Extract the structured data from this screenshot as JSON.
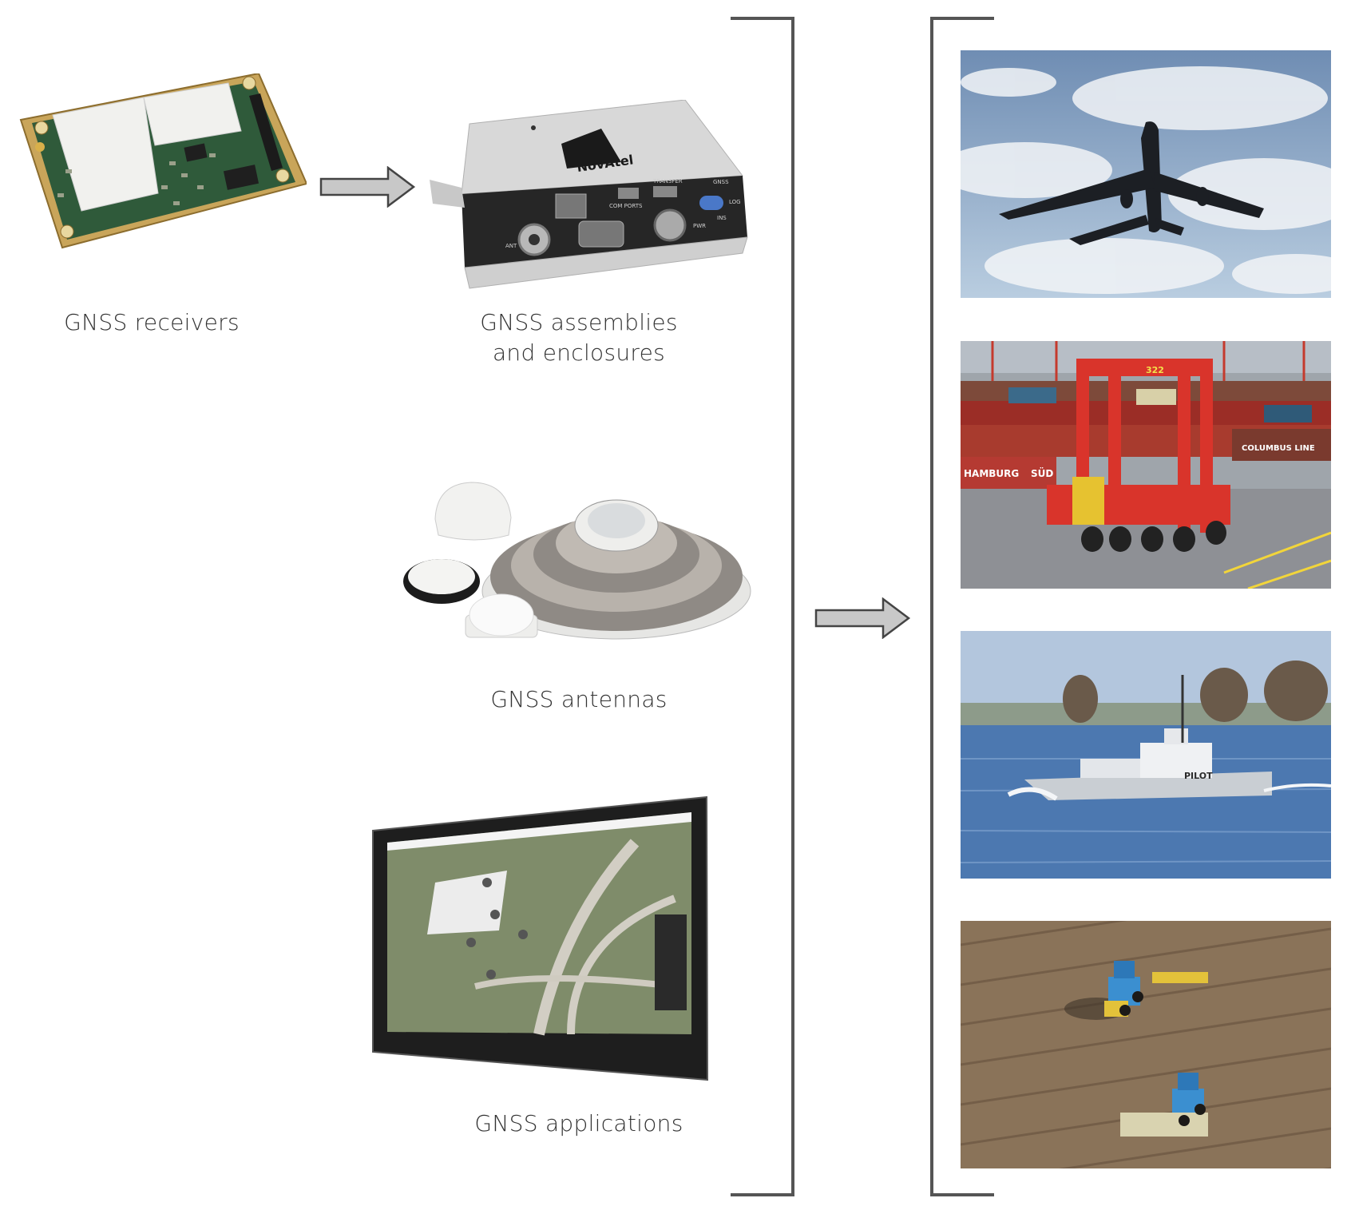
{
  "products": {
    "receivers": {
      "label": "GNSS receivers"
    },
    "assemblies": {
      "line1": "GNSS assemblies",
      "line2": "and enclosures"
    },
    "antennas": {
      "label": "GNSS antennas"
    },
    "applications": {
      "label": "GNSS applications"
    }
  },
  "enclosure_panel": {
    "brand": "NovAtel",
    "ports": [
      "COM PORTS",
      "TRANSFER",
      "GNSS",
      "LOG",
      "PWR",
      "INS",
      "ANT"
    ]
  },
  "markets": [
    {
      "name": "aviation"
    },
    {
      "name": "port logistics",
      "signs": [
        "HAMBURG",
        "SÜD",
        "COLUMBUS LINE"
      ],
      "crane_id": "322"
    },
    {
      "name": "marine",
      "vessel_text": "PILOT"
    },
    {
      "name": "agriculture"
    }
  ],
  "colors": {
    "text": "#333333",
    "bracket": "#555555",
    "arrow_fill": "#c8c8c8",
    "arrow_stroke": "#444444"
  }
}
